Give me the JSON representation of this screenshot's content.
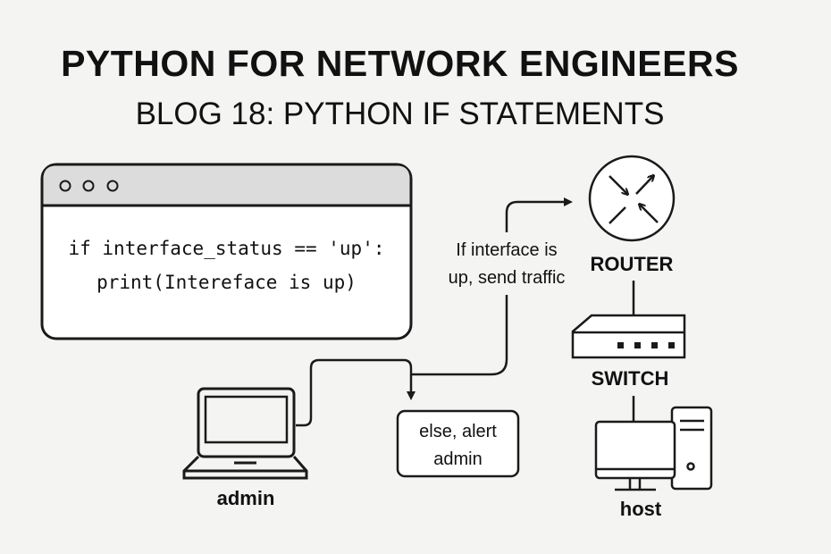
{
  "header": {
    "title": "PYTHON FOR NETWORK ENGINEERS",
    "subtitle": "BLOG 18: PYTHON IF STATEMENTS"
  },
  "code_window": {
    "lines": [
      "if interface_status == 'up':",
      "print(Intereface is up)"
    ]
  },
  "condition_label": [
    "If interface is",
    "up, send traffic"
  ],
  "else_box": [
    "else, alert",
    "admin"
  ],
  "devices": {
    "admin": "admin",
    "router": "ROUTER",
    "switch": "SWITCH",
    "host": "host"
  },
  "colors": {
    "background": "#f4f4f3",
    "stroke": "#1a1a1a",
    "window_header": "#dcdcdc"
  }
}
